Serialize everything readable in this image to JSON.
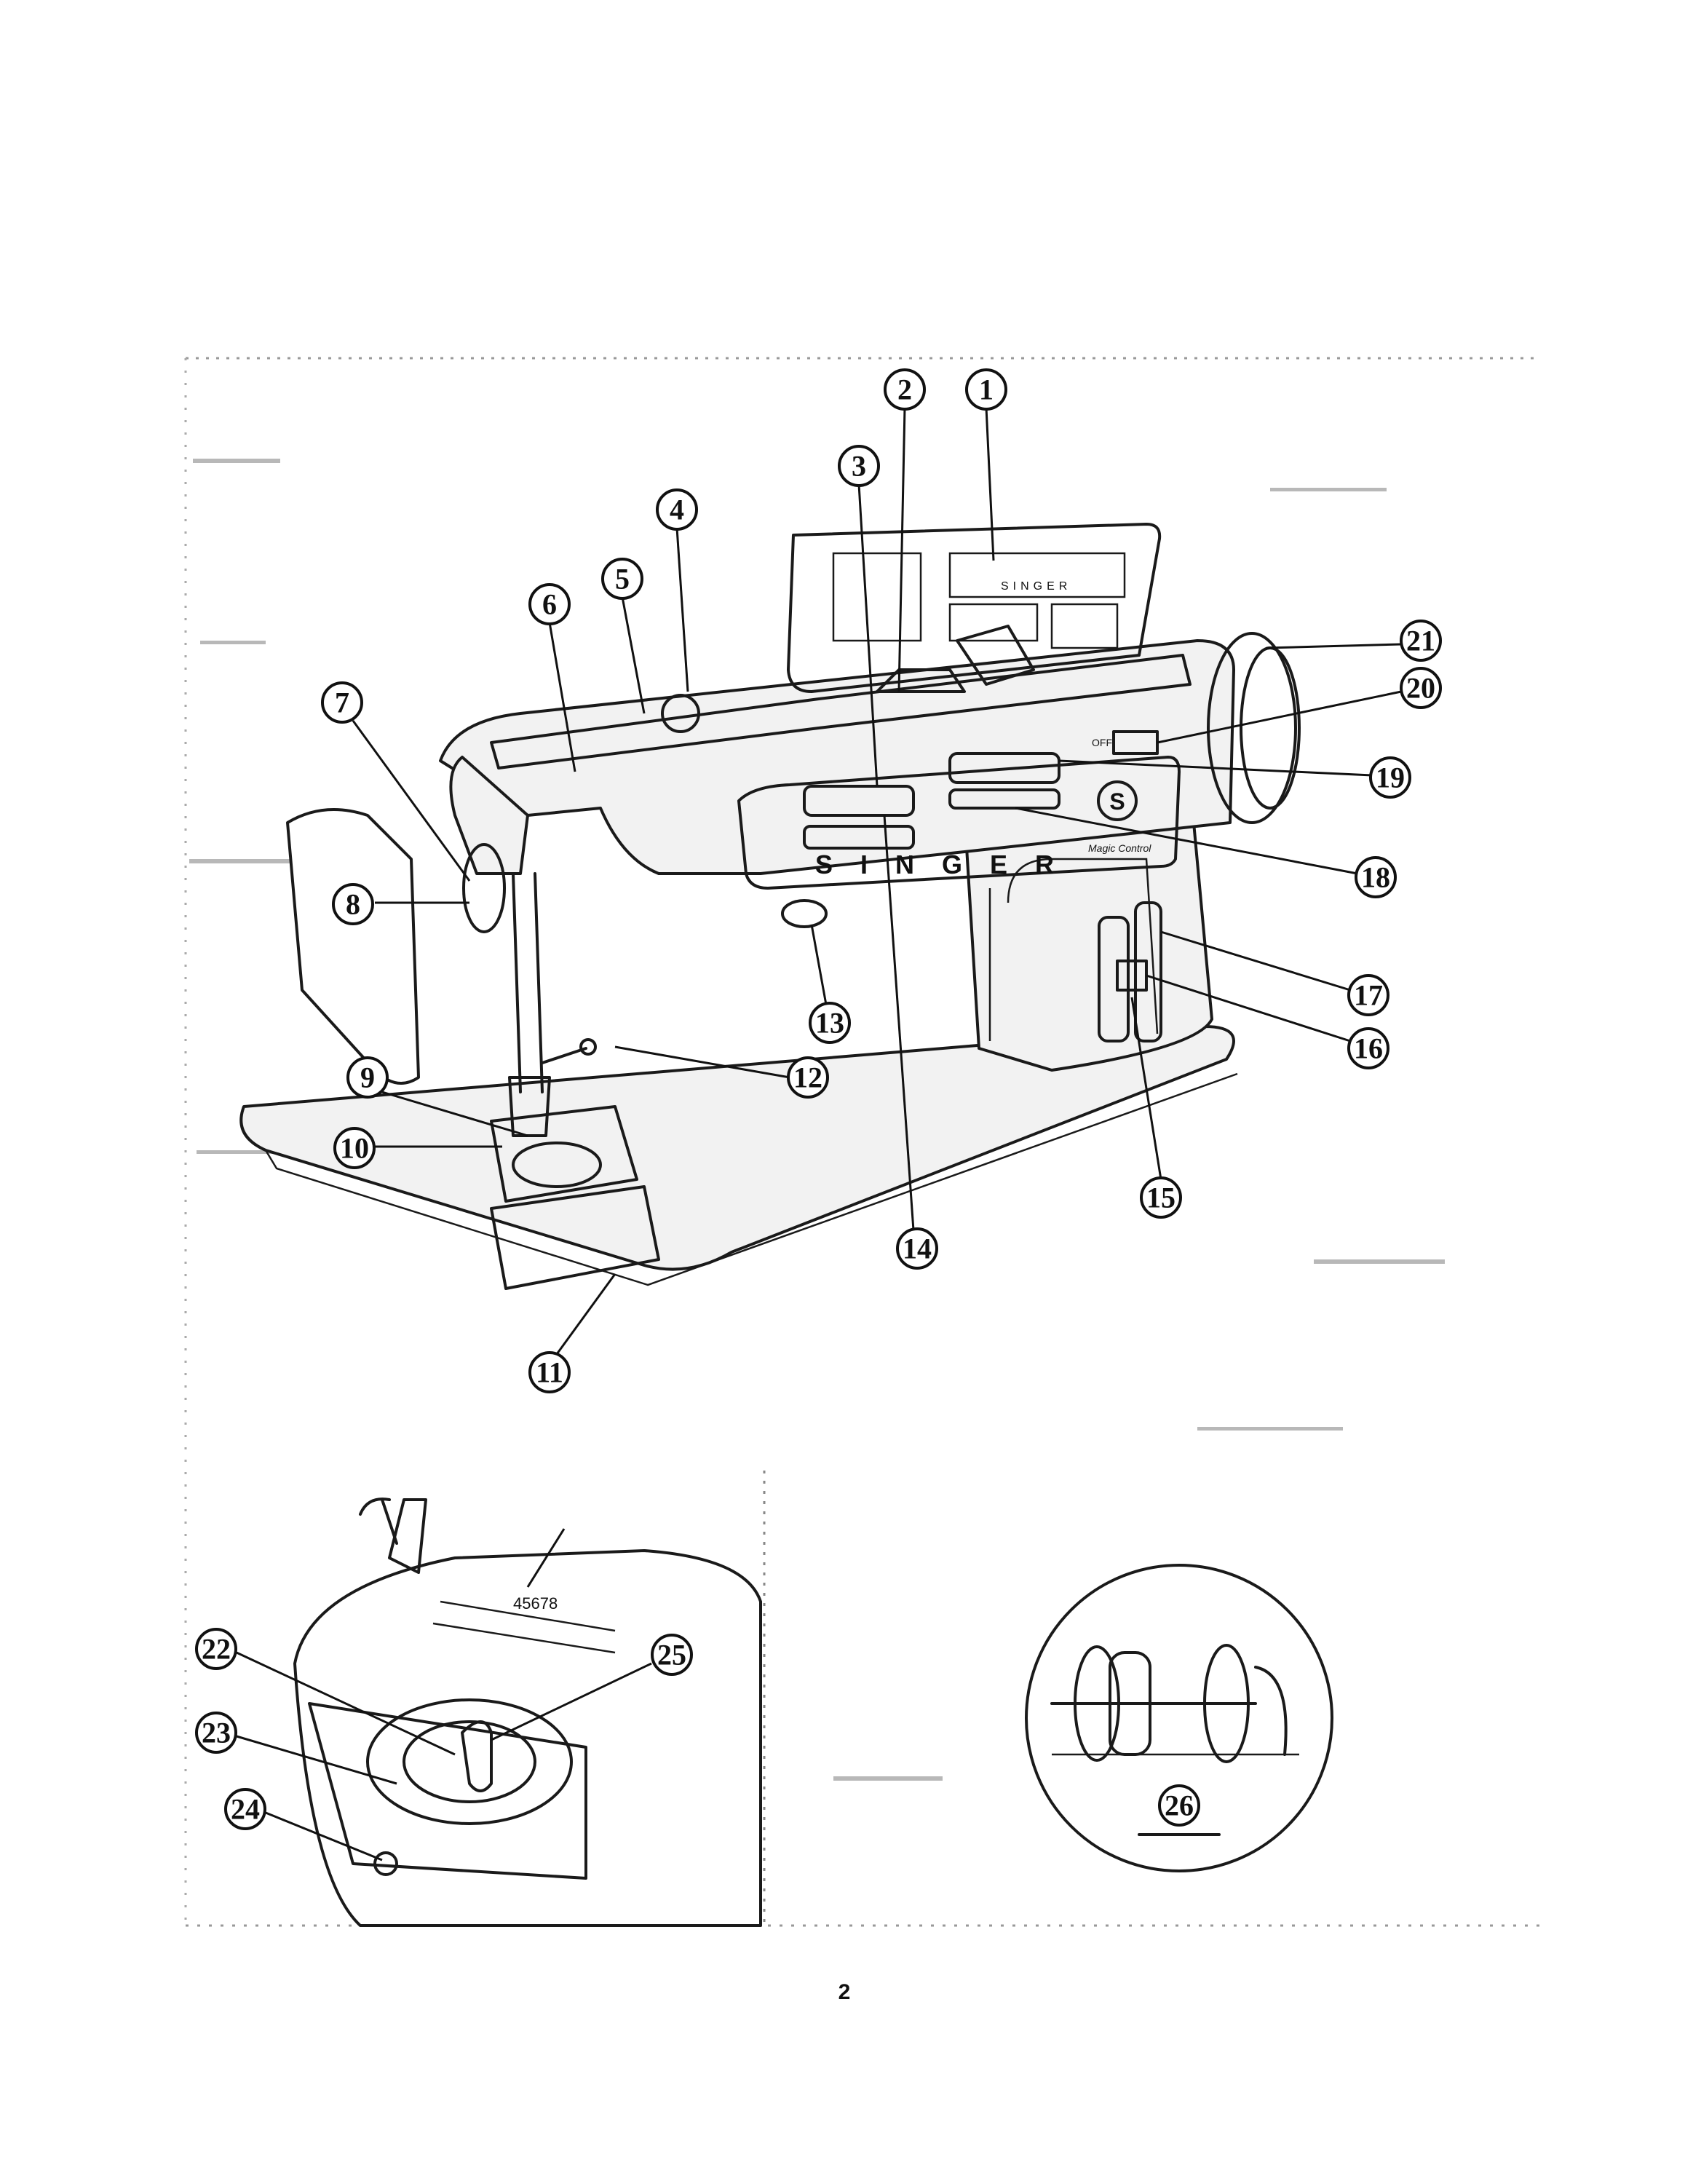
{
  "page_number": "2",
  "brand": {
    "name": "SINGER",
    "logo_letter": "S",
    "switch_label": "OFF",
    "model_script": "Magic Control",
    "plate_numbers": "45678"
  },
  "callouts": [
    "1",
    "2",
    "3",
    "4",
    "5",
    "6",
    "7",
    "8",
    "9",
    "10",
    "11",
    "12",
    "13",
    "14",
    "15",
    "16",
    "17",
    "18",
    "19",
    "20",
    "21",
    "22",
    "23",
    "24",
    "25",
    "26"
  ]
}
